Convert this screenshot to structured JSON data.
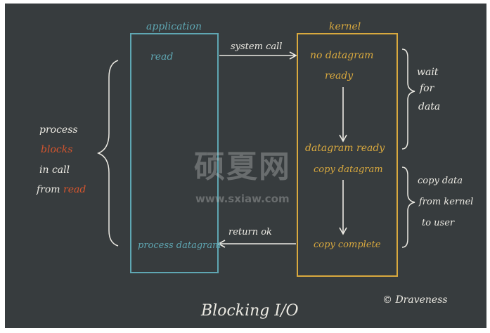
{
  "application": {
    "title": "application",
    "read": "read",
    "process_datagram": "process datagram"
  },
  "kernel": {
    "title": "kernel",
    "no_datagram": "no datagram",
    "ready": "ready",
    "datagram_ready": "datagram ready",
    "copy_datagram": "copy datagram",
    "copy_complete": "copy complete"
  },
  "arrows": {
    "system_call": "system call",
    "return_ok": "return ok"
  },
  "wait_for_data": [
    "wait",
    "for",
    "data"
  ],
  "copy_data_note": [
    "copy data",
    "from kernel",
    "to user"
  ],
  "process_blocks": {
    "line1": "process",
    "line2": "blocks",
    "line3": "in call",
    "line4a": "from ",
    "line4b": "read"
  },
  "credit": "© Draveness",
  "footer": "Blocking I/O",
  "watermark": {
    "main": "硕夏网",
    "url": "www.sxiaw.com"
  },
  "colors": {
    "application": "#5fa7b3",
    "kernel": "#d9a93e",
    "highlight": "#d4552e",
    "chalk": "#eceae3",
    "board": "#373c3e"
  }
}
